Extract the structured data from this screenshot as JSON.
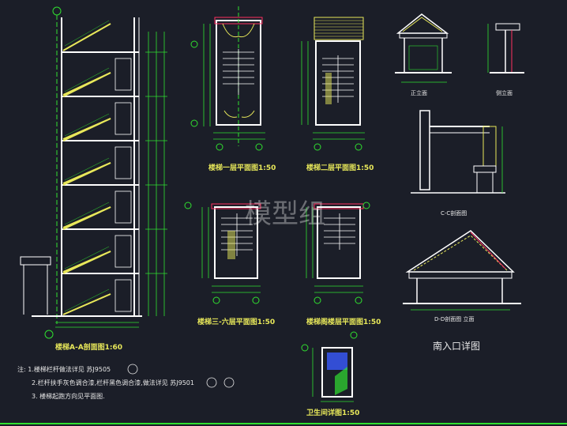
{
  "drawings": {
    "section_aa": "楼梯A-A剖面图1:60",
    "plan_1f": "楼梯一层平面图1:50",
    "plan_2f": "楼梯二层平面图1:50",
    "plan_3_6f": "楼梯三-六层平面图1:50",
    "plan_roof": "楼梯阁楼层平面图1:50",
    "toilet": "卫生间详图1:50",
    "front_elev": "正立面",
    "side_elev": "侧立面",
    "section_cc": "C-C剖面图",
    "section_dd": "D-D剖面图 立面",
    "south_entry": "南入口详图"
  },
  "notes": {
    "n1": "注: 1.楼梯栏杆做法详见 苏J9505",
    "n2": "2.栏杆扶手灰色调合漆,栏杆黑色调合漆,做法详见 苏J9501",
    "n3": "3. 楼梯起跑方向见平面图."
  },
  "watermark": "模型组",
  "colors": {
    "background": "#1b1e28",
    "wall": "#ffffff",
    "dim": "#30e030",
    "hatch": "#e8e85a",
    "axis": "#ff3060",
    "accent": "#3a5aff"
  }
}
